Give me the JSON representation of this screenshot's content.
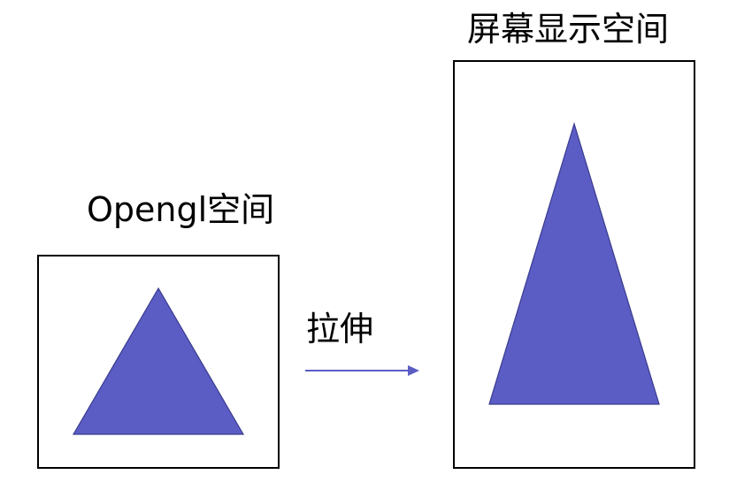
{
  "left_panel": {
    "title": "Opengl空间"
  },
  "right_panel": {
    "title": "屏幕显示空间"
  },
  "transform": {
    "label": "拉伸"
  },
  "colors": {
    "triangle_fill": "#5b5dc5",
    "triangle_stroke": "#3a3c8e",
    "arrow": "#5b5dc5",
    "frame": "#000000"
  }
}
